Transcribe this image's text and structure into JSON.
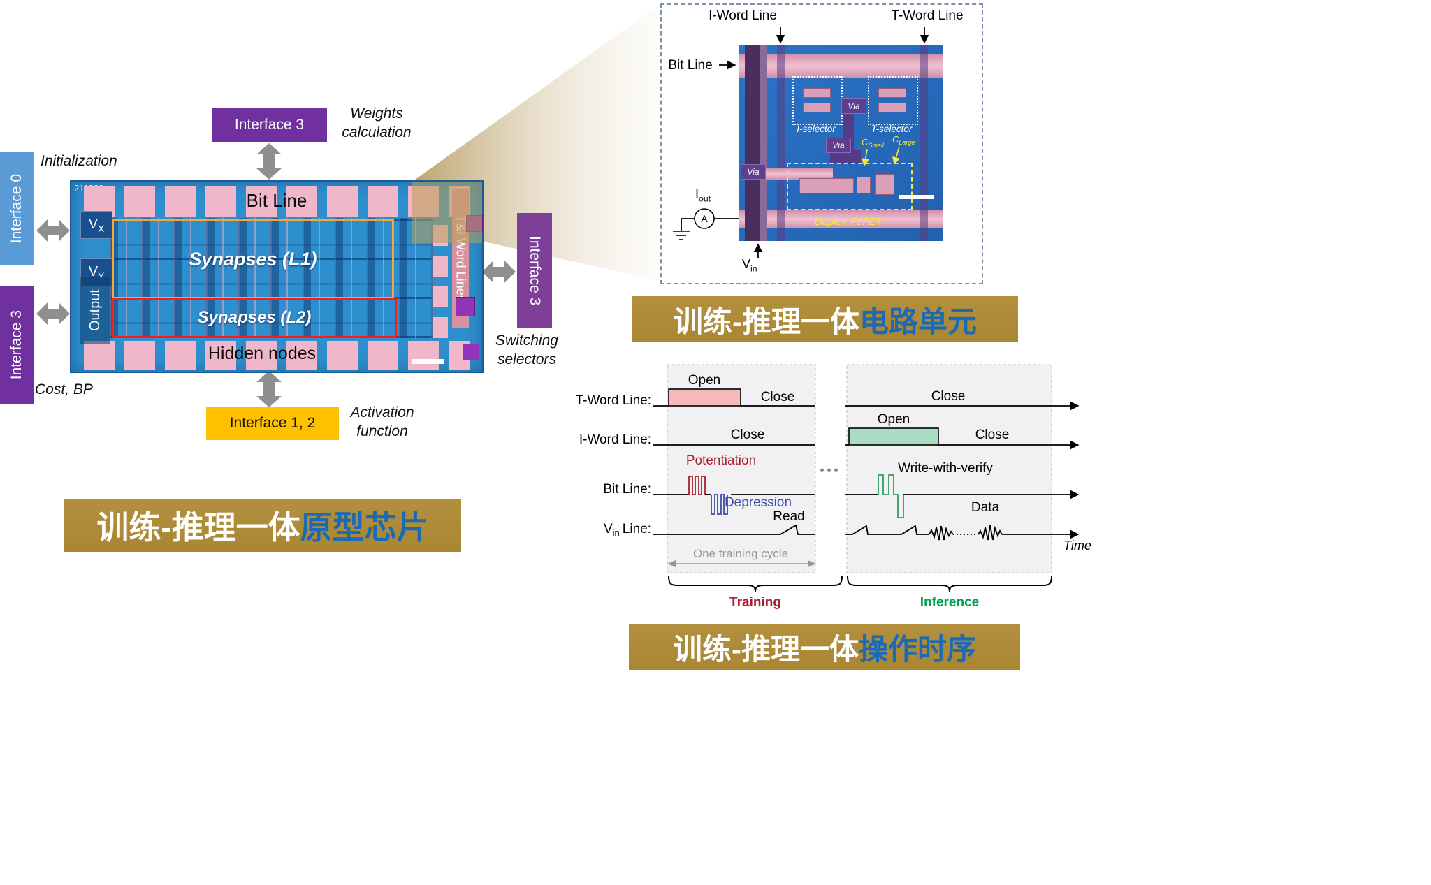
{
  "palette": {
    "banner_bg": "#b08c3c",
    "banner_text_white": "#ffffff",
    "banner_text_blue": "#1a6ab5",
    "interface_purple": "#7030a0",
    "interface_blue": "#5b9bd5",
    "interface_yellow": "#ffc000",
    "chip_blue": "#2e8fcf",
    "pad_pink": "#efb7c9",
    "synapses_l1_outline": "#f5a738",
    "synapses_l2_outline": "#ff1a1a",
    "open_pulse_pink": "#f6b8b8",
    "open_pulse_green": "#aadcc3",
    "potentiation_red": "#a82030",
    "depression_blue": "#3a50a8",
    "training_red": "#b01020",
    "inference_green": "#00a050",
    "arrow_gray": "#8f8f8f"
  },
  "chip_section": {
    "initialization": "Initialization",
    "cost_bp": "Cost, BP",
    "weights_line1": "Weights",
    "weights_line2": "calculation",
    "activation_line1": "Activation",
    "activation_line2": "function",
    "switching_line1": "Switching",
    "switching_line2": "selectors",
    "interface_top": "Interface 3",
    "interface_left_top": "Interface 0",
    "interface_left_bottom": "Interface 3",
    "interface_bottom": "Interface 1, 2",
    "interface_right": "Interface 3",
    "chip": {
      "die_id": "211229",
      "bit_line": "Bit Line",
      "vx_base": "V",
      "vx_sub": "X",
      "vy_base": "V",
      "vy_sub": "Y",
      "output": "Output",
      "synapses_l1": "Synapses (L1)",
      "synapses_l2": "Synapses (L2)",
      "hidden_nodes": "Hidden nodes",
      "ti_word_lines": "T&I Word Lines"
    },
    "banner_white": "训练-推理一体",
    "banner_blue": "原型芯片"
  },
  "unit_section": {
    "i_word_line": "I-Word Line",
    "t_word_line": "T-Word Line",
    "bit_line": "Bit Line",
    "i_selector": "I-selector",
    "t_selector": "T-selector",
    "via": "Via",
    "c_small_base": "C",
    "c_small_sub": "Small",
    "c_large_base": "C",
    "c_large_sub": "Large",
    "duplex_fefet": "Duplex FeFET",
    "iout_base": "I",
    "iout_sub": "out",
    "ammeter": "A",
    "vin_base": "V",
    "vin_sub": "in",
    "banner_white": "训练-推理一体",
    "banner_blue": "电路单元"
  },
  "timing_section": {
    "labels": {
      "t_word": "T-Word Line:",
      "i_word": "I-Word Line:",
      "bit": "Bit Line:",
      "vin_base": "V",
      "vin_sub": "in",
      "vin_rest": "Line:"
    },
    "t_word_open": "Open",
    "t_word_close_training": "Close",
    "t_word_close_inference": "Close",
    "i_word_close_training": "Close",
    "i_word_open": "Open",
    "i_word_close_inference": "Close",
    "potentiation": "Potentiation",
    "depression": "Depression",
    "dots": "•••",
    "write_with_verify": "Write-with-verify",
    "read": "Read",
    "data": "Data",
    "time": "Time",
    "one_training_cycle": "One training cycle",
    "training": "Training",
    "inference": "Inference",
    "banner_white": "训练-推理一体",
    "banner_blue": "操作时序"
  }
}
